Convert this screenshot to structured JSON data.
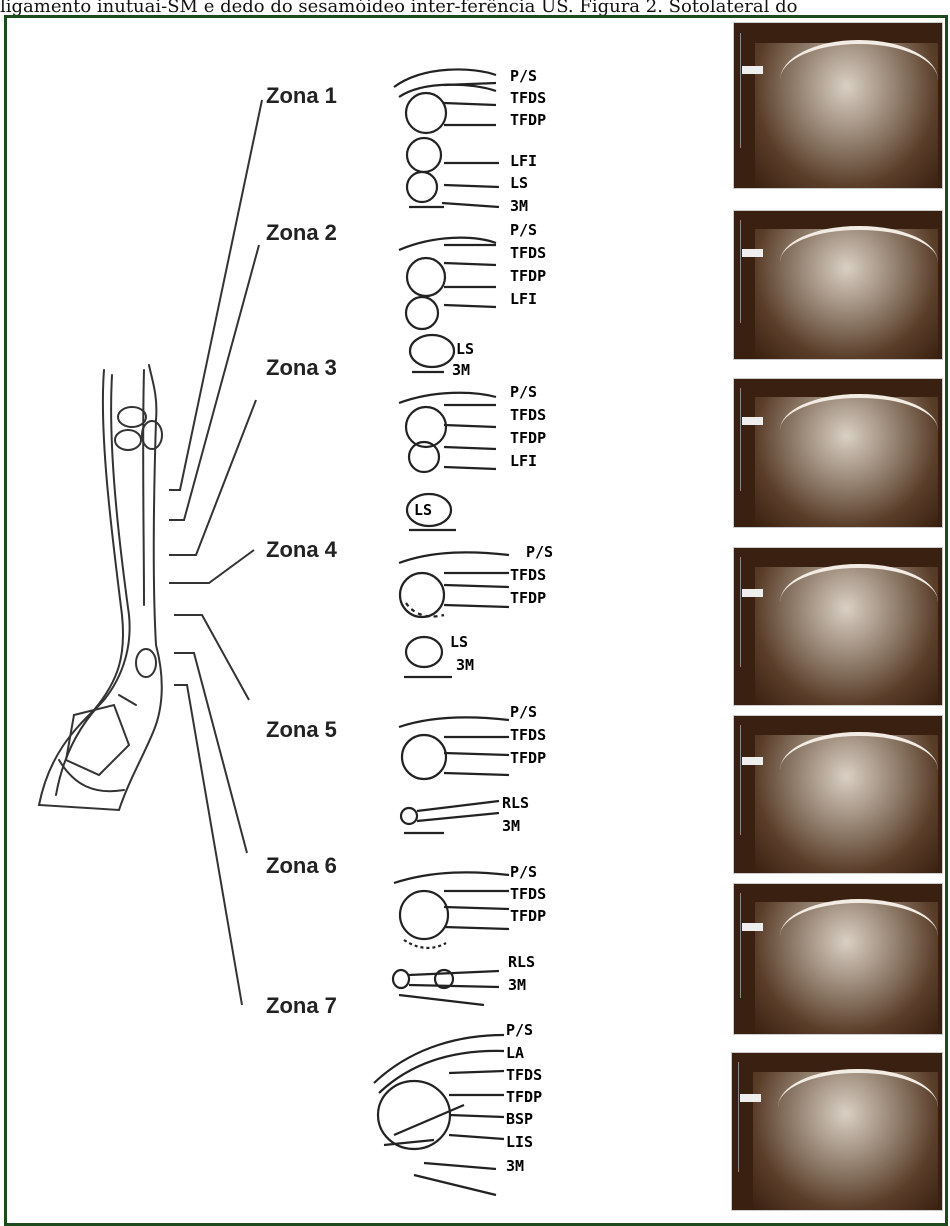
{
  "header_text": "ligamento inutuai-SM e dedo do sesamóideo inter-ferência US. Figura 2. Sotolateral do",
  "zones": [
    {
      "label": "Zona 1",
      "structures": [
        "P/S",
        "TFDS",
        "TFDP",
        "LFI",
        "LS",
        "3M"
      ]
    },
    {
      "label": "Zona 2",
      "structures": [
        "P/S",
        "TFDS",
        "TFDP",
        "LFI",
        "LS",
        "3M"
      ]
    },
    {
      "label": "Zona 3",
      "structures": [
        "P/S",
        "TFDS",
        "TFDP",
        "LFI",
        "LS"
      ]
    },
    {
      "label": "Zona 4",
      "structures": [
        "P/S",
        "TFDS",
        "TFDP",
        "LS",
        "3M"
      ]
    },
    {
      "label": "Zona 5",
      "structures": [
        "P/S",
        "TFDS",
        "TFDP",
        "RLS",
        "3M"
      ]
    },
    {
      "label": "Zona 6",
      "structures": [
        "P/S",
        "TFDS",
        "TFDP",
        "RLS",
        "3M"
      ]
    },
    {
      "label": "Zona 7",
      "structures": [
        "P/S",
        "LA",
        "TFDS",
        "TFDP",
        "BSP",
        "LIS",
        "3M"
      ]
    }
  ],
  "colors": {
    "frame": "#1c4a1c",
    "ultrasound_bg": "#3a2010"
  }
}
